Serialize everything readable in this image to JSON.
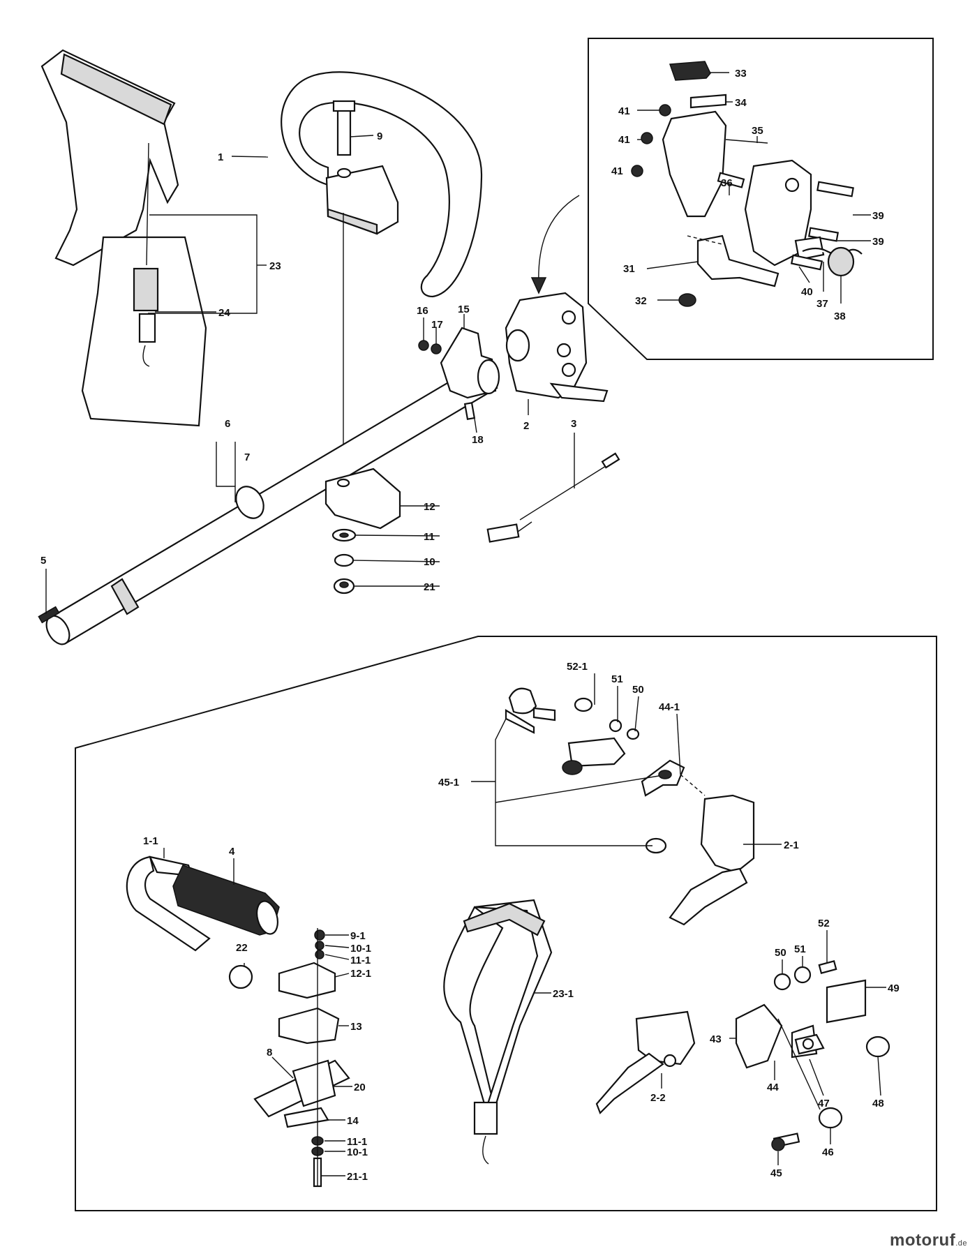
{
  "callouts": [
    {
      "id": "c1",
      "label": "1"
    },
    {
      "id": "c2",
      "label": "2"
    },
    {
      "id": "c3",
      "label": "3"
    },
    {
      "id": "c5",
      "label": "5"
    },
    {
      "id": "c6",
      "label": "6"
    },
    {
      "id": "c7",
      "label": "7"
    },
    {
      "id": "c9",
      "label": "9"
    },
    {
      "id": "c10",
      "label": "10"
    },
    {
      "id": "c11",
      "label": "11"
    },
    {
      "id": "c12",
      "label": "12"
    },
    {
      "id": "c15",
      "label": "15"
    },
    {
      "id": "c16",
      "label": "16"
    },
    {
      "id": "c17",
      "label": "17"
    },
    {
      "id": "c18",
      "label": "18"
    },
    {
      "id": "c21",
      "label": "21"
    },
    {
      "id": "c23",
      "label": "23"
    },
    {
      "id": "c24",
      "label": "24"
    },
    {
      "id": "c31",
      "label": "31"
    },
    {
      "id": "c32",
      "label": "32"
    },
    {
      "id": "c33",
      "label": "33"
    },
    {
      "id": "c34",
      "label": "34"
    },
    {
      "id": "c35",
      "label": "35"
    },
    {
      "id": "c36",
      "label": "36"
    },
    {
      "id": "c37",
      "label": "37"
    },
    {
      "id": "c38",
      "label": "38"
    },
    {
      "id": "c39a",
      "label": "39"
    },
    {
      "id": "c39b",
      "label": "39"
    },
    {
      "id": "c40",
      "label": "40"
    },
    {
      "id": "c41a",
      "label": "41"
    },
    {
      "id": "c41b",
      "label": "41"
    },
    {
      "id": "c41c",
      "label": "41"
    },
    {
      "id": "c52-1",
      "label": "52-1"
    },
    {
      "id": "c51a",
      "label": "51"
    },
    {
      "id": "c50a",
      "label": "50"
    },
    {
      "id": "c44-1",
      "label": "44-1"
    },
    {
      "id": "c45-1",
      "label": "45-1"
    },
    {
      "id": "c2-1",
      "label": "2-1"
    },
    {
      "id": "c1-1",
      "label": "1-1"
    },
    {
      "id": "c4",
      "label": "4"
    },
    {
      "id": "c9-1",
      "label": "9-1"
    },
    {
      "id": "c10-1a",
      "label": "10-1"
    },
    {
      "id": "c11-1a",
      "label": "11-1"
    },
    {
      "id": "c12-1",
      "label": "12-1"
    },
    {
      "id": "c22",
      "label": "22"
    },
    {
      "id": "c13",
      "label": "13"
    },
    {
      "id": "c8",
      "label": "8"
    },
    {
      "id": "c20",
      "label": "20"
    },
    {
      "id": "c14",
      "label": "14"
    },
    {
      "id": "c11-1b",
      "label": "11-1"
    },
    {
      "id": "c10-1b",
      "label": "10-1"
    },
    {
      "id": "c21-1",
      "label": "21-1"
    },
    {
      "id": "c23-1",
      "label": "23-1"
    },
    {
      "id": "c2-2",
      "label": "2-2"
    },
    {
      "id": "c52",
      "label": "52"
    },
    {
      "id": "c51b",
      "label": "51"
    },
    {
      "id": "c50b",
      "label": "50"
    },
    {
      "id": "c49",
      "label": "49"
    },
    {
      "id": "c43",
      "label": "43"
    },
    {
      "id": "c44",
      "label": "44"
    },
    {
      "id": "c47",
      "label": "47"
    },
    {
      "id": "c48",
      "label": "48"
    },
    {
      "id": "c46",
      "label": "46"
    },
    {
      "id": "c45",
      "label": "45"
    }
  ],
  "watermark": {
    "brand": "motoruf",
    "tld": ".de"
  }
}
